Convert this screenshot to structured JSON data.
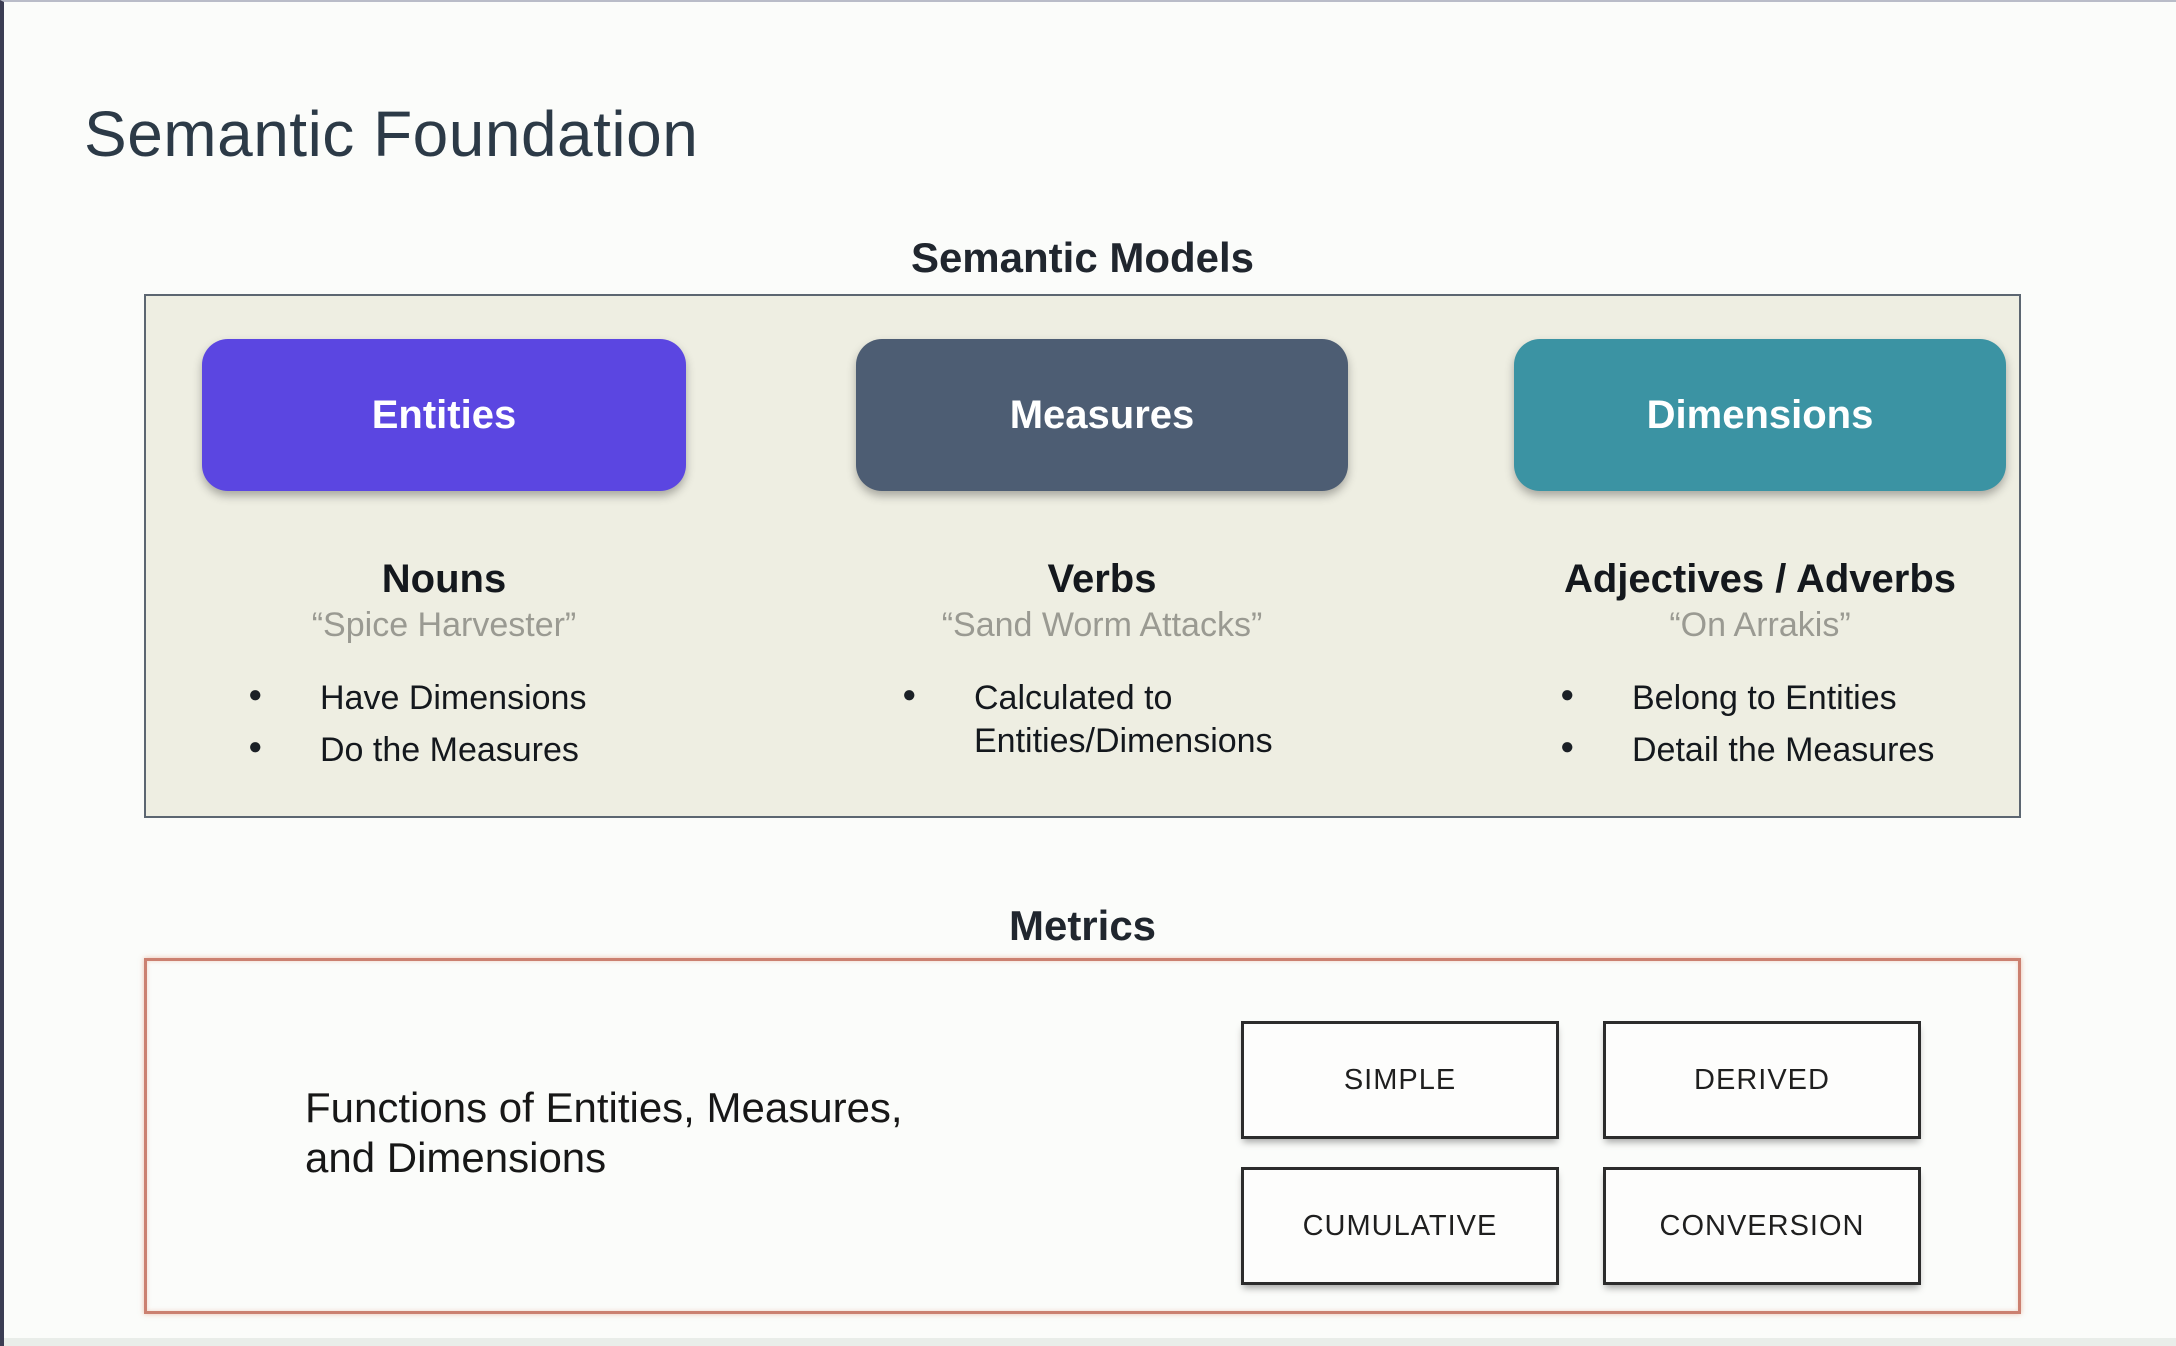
{
  "page": {
    "title": "Semantic Foundation"
  },
  "semantic_models": {
    "heading": "Semantic Models",
    "columns": [
      {
        "button_label": "Entities",
        "word_class": "Nouns",
        "example_quote": "“Spice Harvester”",
        "bullets": [
          "Have Dimensions",
          "Do the Measures"
        ]
      },
      {
        "button_label": "Measures",
        "word_class": "Verbs",
        "example_quote": "“Sand Worm Attacks”",
        "bullets": [
          "Calculated to Entities/Dimensions"
        ]
      },
      {
        "button_label": "Dimensions",
        "word_class": "Adjectives / Adverbs",
        "example_quote": "“On Arrakis”",
        "bullets": [
          "Belong to Entities",
          "Detail the Measures"
        ]
      }
    ]
  },
  "metrics": {
    "heading": "Metrics",
    "description": "Functions of Entities, Measures,\nand Dimensions",
    "types": [
      "SIMPLE",
      "DERIVED",
      "CUMULATIVE",
      "CONVERSION"
    ]
  },
  "colors": {
    "entities_button": "#5b46e1",
    "measures_button": "#4d5d73",
    "dimensions_button": "#3b93a3",
    "models_panel_bg": "#eeeee2",
    "models_panel_border": "#5c6671",
    "metrics_panel_border": "#cb8070"
  }
}
